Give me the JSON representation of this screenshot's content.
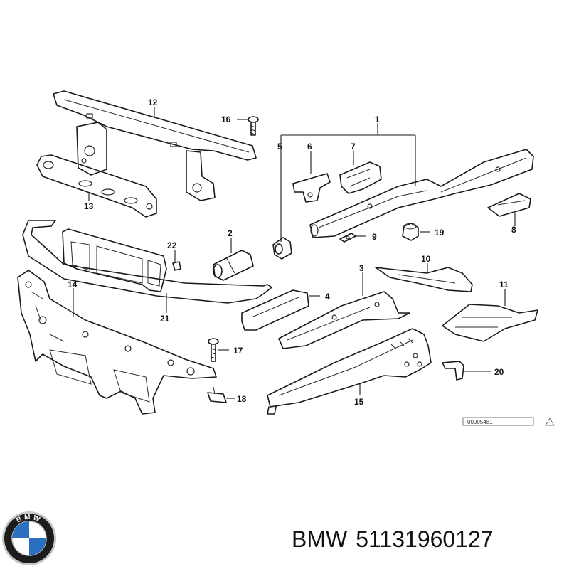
{
  "diagram": {
    "callouts": {
      "c1": "1",
      "c2": "2",
      "c3": "3",
      "c4": "4",
      "c5": "5",
      "c6": "6",
      "c7": "7",
      "c8": "8",
      "c9": "9",
      "c10": "10",
      "c11": "11",
      "c12": "12",
      "c13": "13",
      "c14": "14",
      "c15": "15",
      "c16": "16",
      "c17": "17",
      "c18": "18",
      "c19": "19",
      "c20": "20",
      "c21": "21",
      "c22": "22"
    },
    "reference_code": "00005481"
  },
  "caption": {
    "brand": "BMW",
    "part_number": "51131960127"
  },
  "logo": {
    "text": "BMW",
    "colors": {
      "blue": "#2a6fc0",
      "white": "#ffffff",
      "ring": "#1c1c1c",
      "chrome": "#c8c8c8"
    }
  }
}
